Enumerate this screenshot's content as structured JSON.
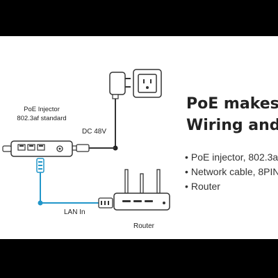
{
  "diagram": {
    "labels": {
      "injector_name": "PoE Injector",
      "injector_standard": "802.3af standard",
      "dc_voltage": "DC 48V",
      "lan_in": "LAN In",
      "router": "Router"
    },
    "colors": {
      "cable_blue": "#2196c9",
      "outline": "#333333",
      "device_fill": "#ffffff"
    },
    "icons": [
      "power-adapter-icon",
      "wall-outlet-icon",
      "poe-injector-icon",
      "router-icon",
      "rj45-plug-icon",
      "dc-plug-icon"
    ]
  },
  "headline": {
    "line1": "PoE makes",
    "line2": "Wiring and"
  },
  "bullets": [
    "PoE injector, 802.3a",
    "Network cable, 8PIN",
    "Router"
  ]
}
